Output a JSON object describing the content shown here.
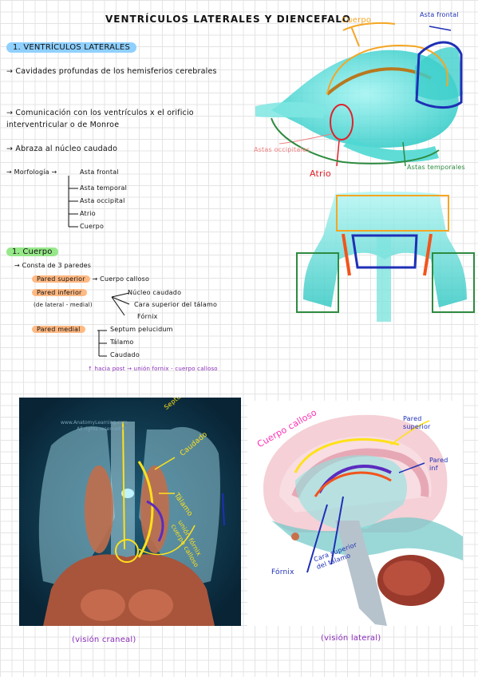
{
  "title": "VENTRÍCULOS LATERALES Y DIENCEFALO",
  "section1": {
    "heading": "1. VENTRÍCULOS LATERALES",
    "bullets": [
      "Cavidades profundas de los hemisferios cerebrales",
      "Comunicación con los ventrículos x el orificio interventricular o de Monroe",
      "Abraza al núcleo caudado"
    ],
    "morfologia": {
      "label": "Morfología",
      "items": [
        "Asta frontal",
        "Asta temporal",
        "Asta occipital",
        "Atrio",
        "Cuerpo"
      ]
    }
  },
  "cuerpo": {
    "heading": "1. Cuerpo",
    "intro": "Consta de 3 paredes",
    "walls": [
      {
        "name": "Pared superior",
        "items": [
          "Cuerpo calloso"
        ]
      },
      {
        "name": "Pared inferior",
        "sub": "(de lateral - medial)",
        "items": [
          "Núcleo caudado",
          "Cara superior del tálamo",
          "Fórnix"
        ]
      },
      {
        "name": "Pared medial",
        "items": [
          "Septum pelucidum",
          "Tálamo",
          "Caudado"
        ]
      }
    ],
    "footnote": "↑ hacia post → unión fornix - cuerpo calloso"
  },
  "figure1": {
    "labels": {
      "cuerpo": "Cuerpo",
      "asta_frontal": "Asta frontal",
      "astas_occipitales": "Astas occipitales",
      "atrio": "Atrio",
      "astas_temporales": "Astas temporales"
    }
  },
  "figure3": {
    "watermark1": "www.AnatomyLearning.com",
    "watermark2": "All rights reserved ©",
    "labels": {
      "septum": "Septum pelucidum",
      "caudado": "Caudado",
      "talamo": "Tálamo",
      "union": "unión fórnix cuerpo calloso"
    },
    "caption": "(visión craneal)"
  },
  "figure4": {
    "labels": {
      "cuerpo_calloso": "Cuerpo calloso",
      "pared_superior": "Pared superior",
      "pared_inf": "Pared inf",
      "fornix": "Fórnix",
      "cara_sup": "Cara superior del tálamo"
    },
    "caption": "(visión lateral)"
  }
}
